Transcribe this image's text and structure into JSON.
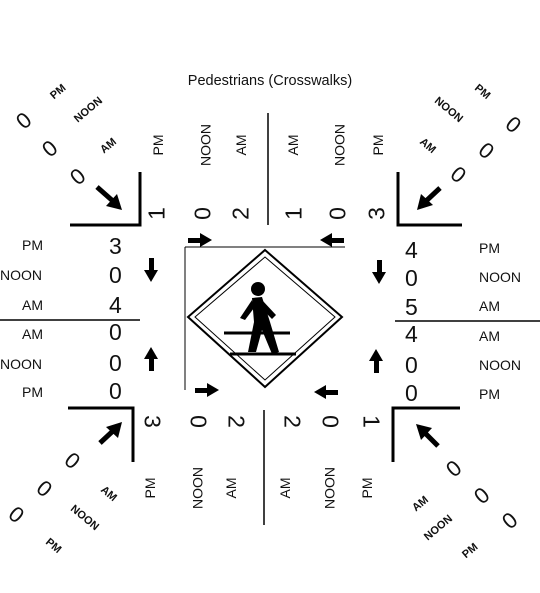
{
  "title": "Pedestrians (Crosswalks)",
  "labels": {
    "pm": "PM",
    "noon": "NOON",
    "am": "AM"
  },
  "north": {
    "left": [
      "1",
      "0",
      "2"
    ],
    "right": [
      "1",
      "0",
      "3"
    ]
  },
  "south": {
    "left": [
      "3",
      "0",
      "2"
    ],
    "right": [
      "2",
      "0",
      "1"
    ]
  },
  "west": {
    "upper": [
      "3",
      "0",
      "4"
    ],
    "lower": [
      "0",
      "0",
      "0"
    ]
  },
  "east": {
    "upper": [
      "4",
      "0",
      "5"
    ],
    "lower": [
      "4",
      "0",
      "0"
    ]
  },
  "corners": {
    "nw": [
      "0",
      "0",
      "0"
    ],
    "ne": [
      "0",
      "0",
      "0"
    ],
    "sw": [
      "0",
      "0",
      "0"
    ],
    "se": [
      "0",
      "0",
      "0"
    ]
  },
  "icons": {
    "sign": "pedestrian-crossing-sign-icon",
    "arrow": "arrow-icon"
  }
}
